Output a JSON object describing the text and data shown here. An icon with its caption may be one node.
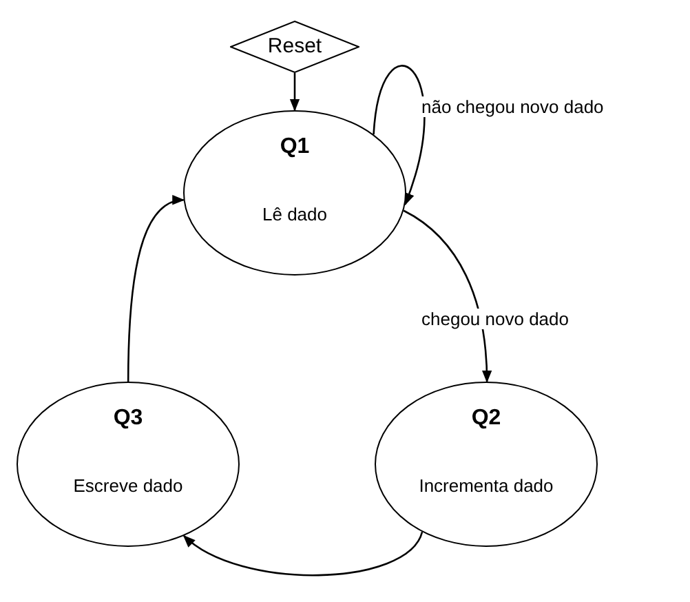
{
  "diagram": {
    "nodes": [
      {
        "text": [
          "Reset"
        ]
      },
      {
        "text": [
          "Q1",
          "Lê dado"
        ]
      },
      {
        "text": [
          "Q2",
          "Incrementa dado"
        ]
      },
      {
        "text": [
          "Q3",
          "Escreve dado"
        ]
      }
    ],
    "edges": [
      {
        "from": 0,
        "to": 1,
        "arrow": "to"
      },
      {
        "from": 1,
        "to": 1,
        "arrow": "to",
        "label": "não chegou novo dado"
      },
      {
        "from": 1,
        "to": 2,
        "arrow": "to",
        "label": "chegou novo dado"
      },
      {
        "from": 2,
        "to": 3,
        "arrow": "to"
      },
      {
        "from": 3,
        "to": 1,
        "arrow": "to"
      }
    ]
  }
}
